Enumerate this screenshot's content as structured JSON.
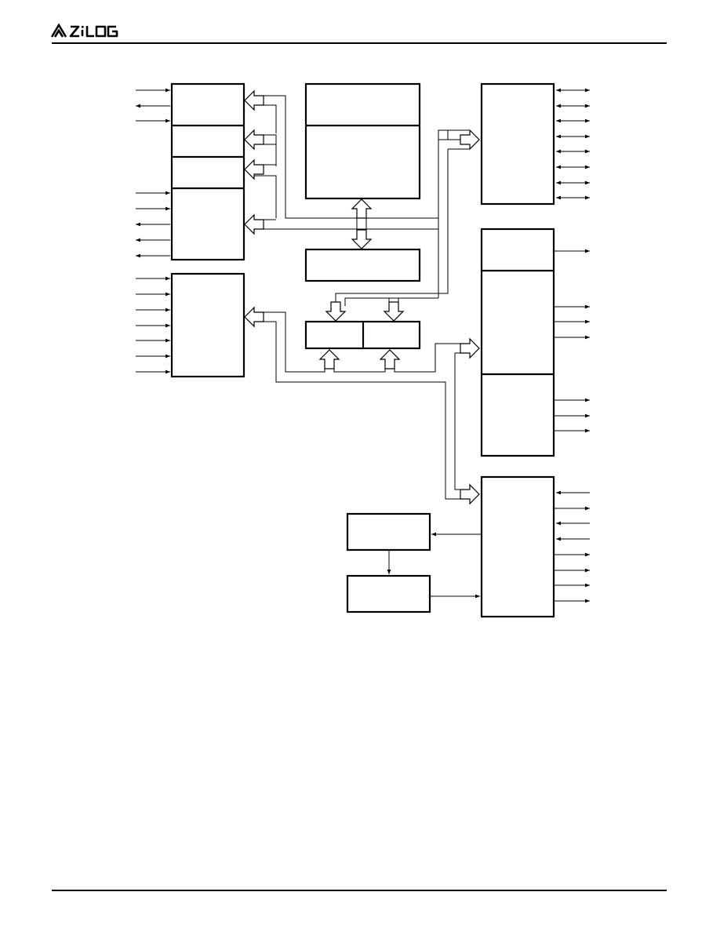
{
  "logo": {
    "name": "zilog-logo",
    "text": "ZiLOG"
  },
  "diagram": {
    "type": "block-diagram",
    "labels": [],
    "blocks": [
      "io-port-block-top-left",
      "io-port-block-bottom-left",
      "memory-block",
      "interface-block-center",
      "split-register-block",
      "port-block-top-right",
      "timer-block-right",
      "control-block-bottom-right",
      "clock-block-a",
      "clock-block-b"
    ],
    "colors": {
      "line": "#000000",
      "background": "#ffffff"
    }
  }
}
